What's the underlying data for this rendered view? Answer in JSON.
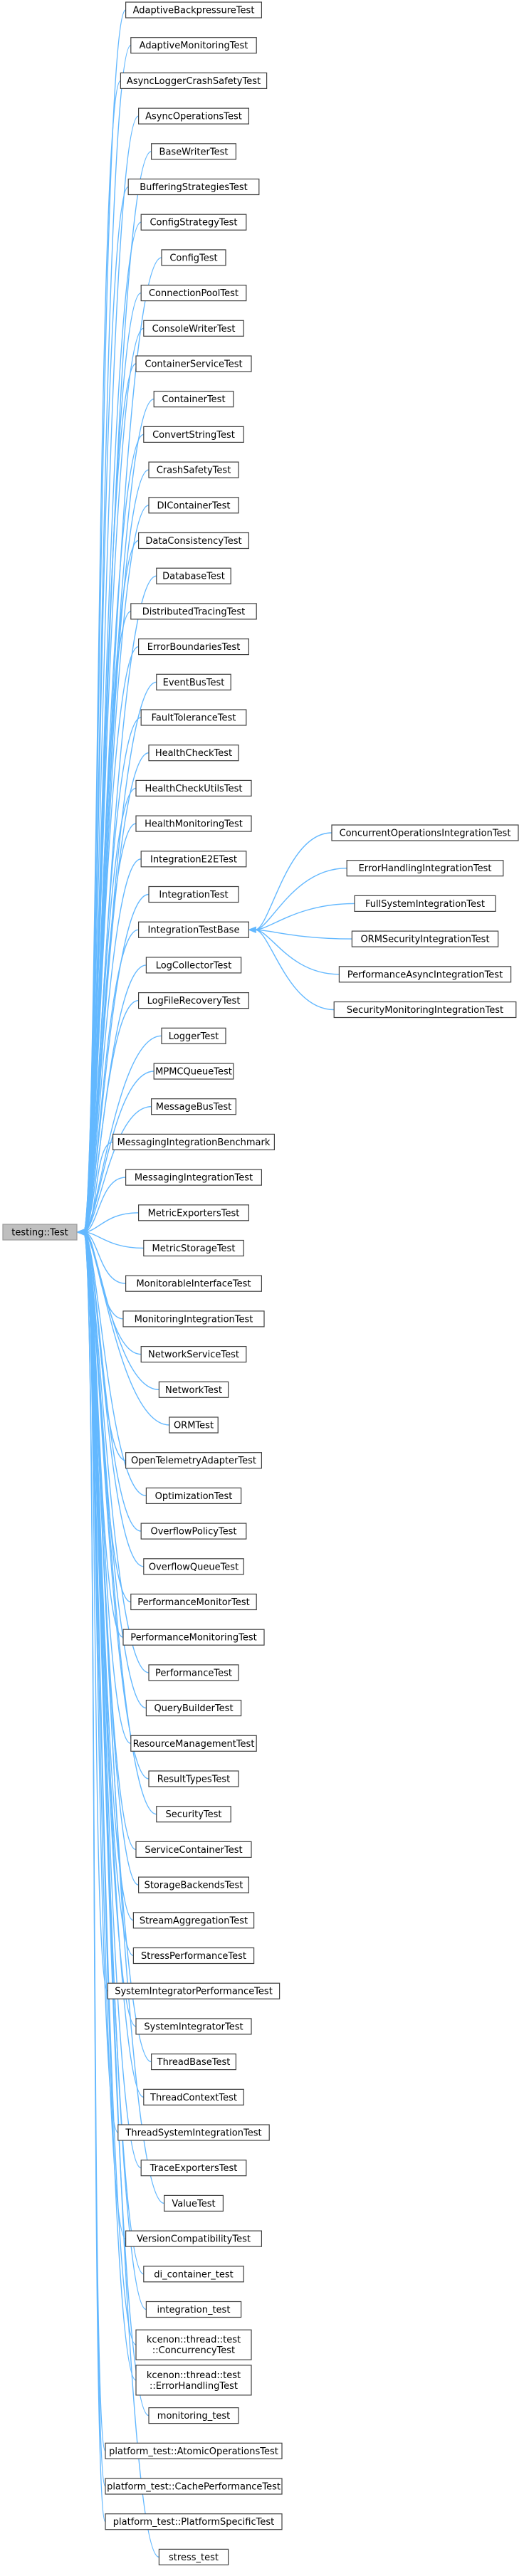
{
  "diagram": {
    "root": {
      "id": "root",
      "label": "testing::Test"
    },
    "base": {
      "id": "base",
      "label": "IntegrationTestBase"
    },
    "children": [
      {
        "label": "AdaptiveBackpressureTest"
      },
      {
        "label": "AdaptiveMonitoringTest"
      },
      {
        "label": "AsyncLoggerCrashSafetyTest"
      },
      {
        "label": "AsyncOperationsTest"
      },
      {
        "label": "BaseWriterTest"
      },
      {
        "label": "BufferingStrategiesTest"
      },
      {
        "label": "ConfigStrategyTest"
      },
      {
        "label": "ConfigTest"
      },
      {
        "label": "ConnectionPoolTest"
      },
      {
        "label": "ConsoleWriterTest"
      },
      {
        "label": "ContainerServiceTest"
      },
      {
        "label": "ContainerTest"
      },
      {
        "label": "ConvertStringTest"
      },
      {
        "label": "CrashSafetyTest"
      },
      {
        "label": "DIContainerTest"
      },
      {
        "label": "DataConsistencyTest"
      },
      {
        "label": "DatabaseTest"
      },
      {
        "label": "DistributedTracingTest"
      },
      {
        "label": "ErrorBoundariesTest"
      },
      {
        "label": "EventBusTest"
      },
      {
        "label": "FaultToleranceTest"
      },
      {
        "label": "HealthCheckTest"
      },
      {
        "label": "HealthCheckUtilsTest"
      },
      {
        "label": "HealthMonitoringTest"
      },
      {
        "label": "IntegrationE2ETest"
      },
      {
        "label": "IntegrationTest"
      },
      {
        "label": "IntegrationTestBase",
        "is_base": true
      },
      {
        "label": "LogCollectorTest"
      },
      {
        "label": "LogFileRecoveryTest"
      },
      {
        "label": "LoggerTest"
      },
      {
        "label": "MPMCQueueTest"
      },
      {
        "label": "MessageBusTest"
      },
      {
        "label": "MessagingIntegrationBenchmark"
      },
      {
        "label": "MessagingIntegrationTest"
      },
      {
        "label": "MetricExportersTest"
      },
      {
        "label": "MetricStorageTest"
      },
      {
        "label": "MonitorableInterfaceTest"
      },
      {
        "label": "MonitoringIntegrationTest"
      },
      {
        "label": "NetworkServiceTest"
      },
      {
        "label": "NetworkTest"
      },
      {
        "label": "ORMTest"
      },
      {
        "label": "OpenTelemetryAdapterTest"
      },
      {
        "label": "OptimizationTest"
      },
      {
        "label": "OverflowPolicyTest"
      },
      {
        "label": "OverflowQueueTest"
      },
      {
        "label": "PerformanceMonitorTest"
      },
      {
        "label": "PerformanceMonitoringTest"
      },
      {
        "label": "PerformanceTest"
      },
      {
        "label": "QueryBuilderTest"
      },
      {
        "label": "ResourceManagementTest"
      },
      {
        "label": "ResultTypesTest"
      },
      {
        "label": "SecurityTest"
      },
      {
        "label": "ServiceContainerTest"
      },
      {
        "label": "StorageBackendsTest"
      },
      {
        "label": "StreamAggregationTest"
      },
      {
        "label": "StressPerformanceTest"
      },
      {
        "label": "SystemIntegratorPerformanceTest"
      },
      {
        "label": "SystemIntegratorTest"
      },
      {
        "label": "ThreadBaseTest"
      },
      {
        "label": "ThreadContextTest"
      },
      {
        "label": "ThreadSystemIntegrationTest"
      },
      {
        "label": "TraceExportersTest"
      },
      {
        "label": "ValueTest"
      },
      {
        "label": "VersionCompatibilityTest"
      },
      {
        "label": "di_container_test"
      },
      {
        "label": "integration_test"
      },
      {
        "label": "kcenon::thread::test\n::ConcurrencyTest"
      },
      {
        "label": "kcenon::thread::test\n::ErrorHandlingTest"
      },
      {
        "label": "monitoring_test"
      },
      {
        "label": "platform_test::AtomicOperationsTest"
      },
      {
        "label": "platform_test::CachePerformanceTest"
      },
      {
        "label": "platform_test::PlatformSpecificTest"
      },
      {
        "label": "stress_test"
      }
    ],
    "base_children": [
      {
        "label": "ConcurrentOperationsIntegrationTest"
      },
      {
        "label": "ErrorHandlingIntegrationTest"
      },
      {
        "label": "FullSystemIntegrationTest"
      },
      {
        "label": "ORMSecurityIntegrationTest"
      },
      {
        "label": "PerformanceAsyncIntegrationTest"
      },
      {
        "label": "SecurityMonitoringIntegrationTest"
      }
    ],
    "colors": {
      "edge": "#63b8ff",
      "node_border": "#404040",
      "root_fill": "#bfbfbf"
    }
  }
}
